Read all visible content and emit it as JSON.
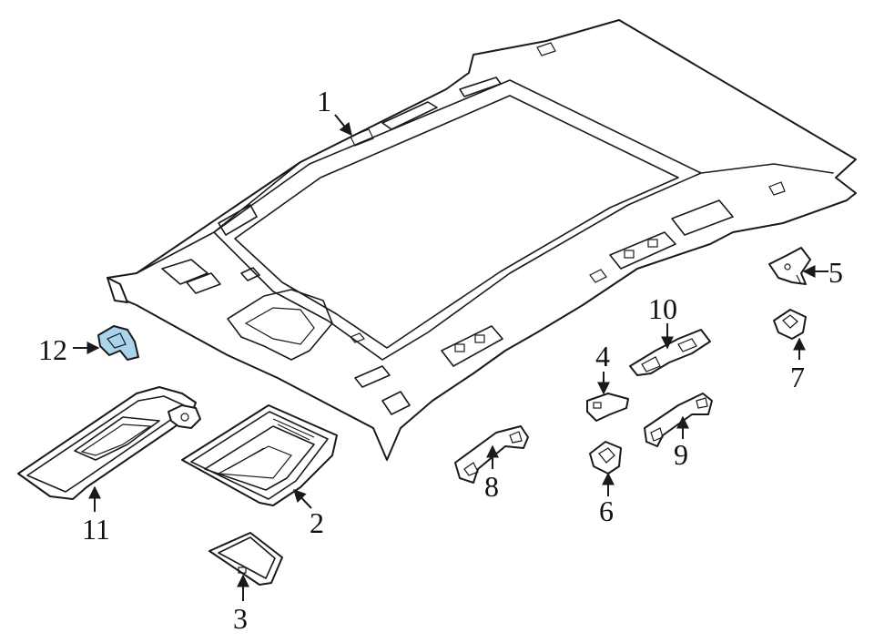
{
  "accent_color": "#a9d4ec",
  "callouts": [
    {
      "id": "1",
      "label": "1",
      "part": "headliner"
    },
    {
      "id": "2",
      "label": "2",
      "part": "dome-lamp-housing"
    },
    {
      "id": "3",
      "label": "3",
      "part": "lamp-lens"
    },
    {
      "id": "4",
      "label": "4",
      "part": "clip"
    },
    {
      "id": "5",
      "label": "5",
      "part": "bracket"
    },
    {
      "id": "6",
      "label": "6",
      "part": "retainer-front"
    },
    {
      "id": "7",
      "label": "7",
      "part": "retainer-rear"
    },
    {
      "id": "8",
      "label": "8",
      "part": "grab-handle-left"
    },
    {
      "id": "9",
      "label": "9",
      "part": "grab-handle-right"
    },
    {
      "id": "10",
      "label": "10",
      "part": "wire-harness-bracket"
    },
    {
      "id": "11",
      "label": "11",
      "part": "sun-visor"
    },
    {
      "id": "12",
      "label": "12",
      "part": "visor-clip",
      "highlighted": true
    }
  ]
}
